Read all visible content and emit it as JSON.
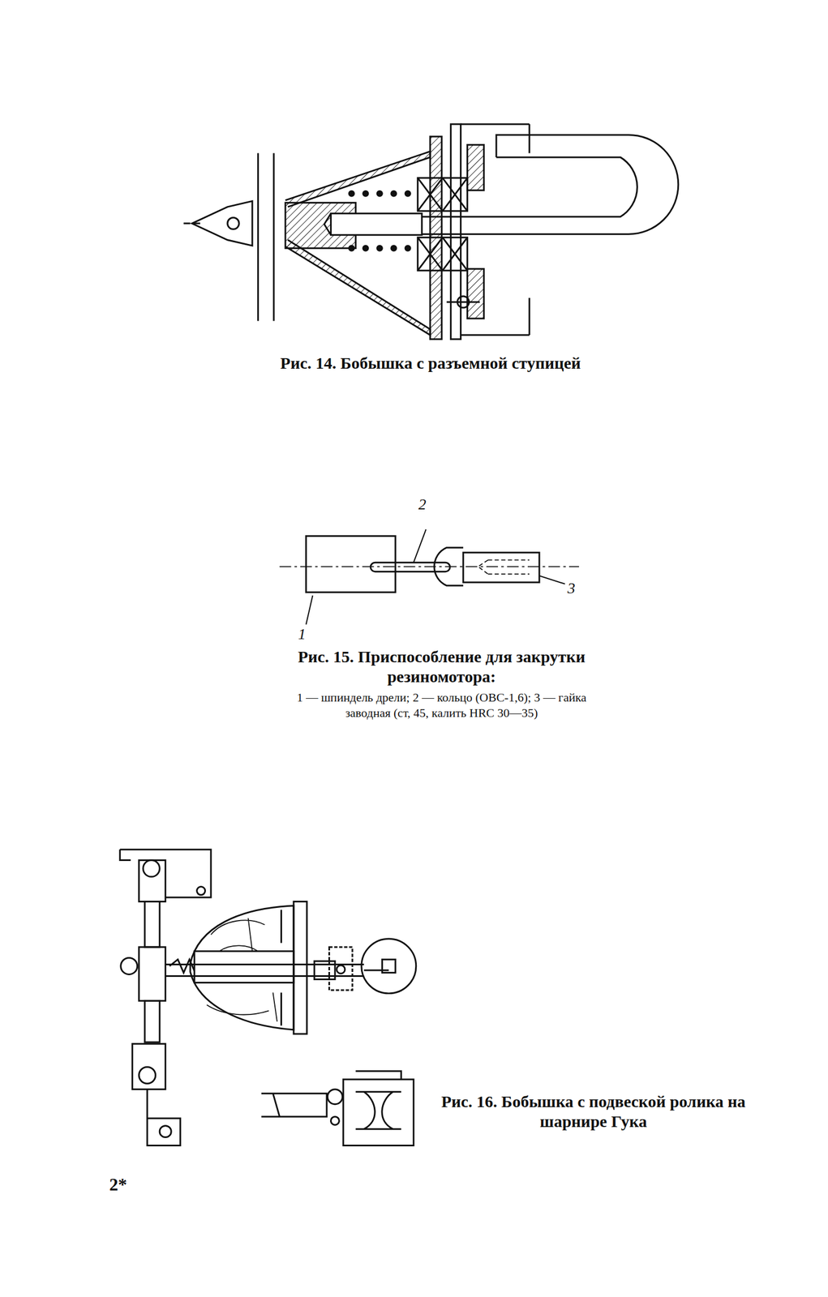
{
  "diagram": {
    "labels": [
      "Рис. 14. Бобышка с разъемной ступицей",
      "2",
      "1",
      "3",
      "Рис. 15. Приспособление для закрутки резиномотора:",
      "1 — шпиндель дрели; 2 — кольцо (ОВС-1,6); 3 — гайка заводная (ст, 45, калить HRC 30—35)",
      "Рис. 16. Бобышка с подвеской ролика на шарнире Гука",
      "2*"
    ]
  }
}
